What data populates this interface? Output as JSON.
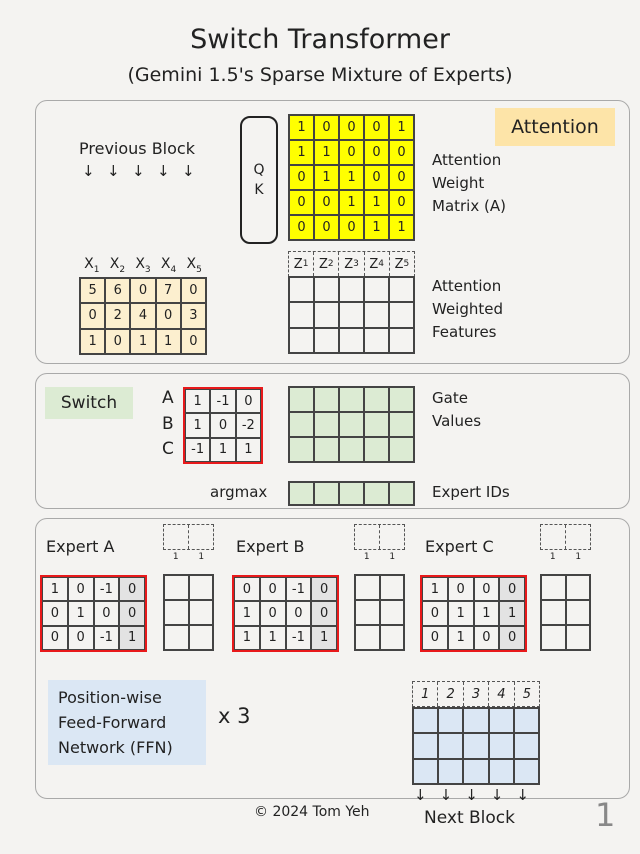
{
  "title": "Switch Transformer",
  "subtitle": "(Gemini 1.5's Sparse Mixture of Experts)",
  "attention": {
    "badge": "Attention",
    "previous_block": "Previous Block",
    "qk": [
      "Q",
      "K"
    ],
    "matrix_label": [
      "Attention",
      "Weight",
      "Matrix (A)"
    ],
    "matrix": [
      [
        1,
        0,
        0,
        0,
        1
      ],
      [
        1,
        1,
        0,
        0,
        0
      ],
      [
        0,
        1,
        1,
        0,
        0
      ],
      [
        0,
        0,
        1,
        1,
        0
      ],
      [
        0,
        0,
        0,
        1,
        1
      ]
    ],
    "x_headers": [
      "X1",
      "X2",
      "X3",
      "X4",
      "X5"
    ],
    "x_matrix": [
      [
        5,
        6,
        0,
        7,
        0
      ],
      [
        0,
        2,
        4,
        0,
        3
      ],
      [
        1,
        0,
        1,
        1,
        0
      ]
    ],
    "z_headers": [
      "Z1",
      "Z2",
      "Z3",
      "Z4",
      "Z5"
    ],
    "features_label": [
      "Attention",
      "Weighted",
      "Features"
    ]
  },
  "switch": {
    "badge": "Switch",
    "row_labels": [
      "A",
      "B",
      "C"
    ],
    "matrix": [
      [
        1,
        -1,
        0
      ],
      [
        1,
        0,
        -2
      ],
      [
        -1,
        1,
        1
      ]
    ],
    "gate_label": [
      "Gate",
      "Values"
    ],
    "argmax": "argmax",
    "expert_ids_label": "Expert IDs"
  },
  "experts": [
    {
      "name": "Expert A",
      "matrix": [
        [
          1,
          0,
          -1,
          0
        ],
        [
          0,
          1,
          0,
          0
        ],
        [
          0,
          0,
          -1,
          1
        ]
      ],
      "ones": [
        "1",
        "1"
      ]
    },
    {
      "name": "Expert B",
      "matrix": [
        [
          0,
          0,
          -1,
          0
        ],
        [
          1,
          0,
          0,
          0
        ],
        [
          1,
          1,
          -1,
          1
        ]
      ],
      "ones": [
        "1",
        "1"
      ]
    },
    {
      "name": "Expert C",
      "matrix": [
        [
          1,
          0,
          0,
          0
        ],
        [
          0,
          1,
          1,
          1
        ],
        [
          0,
          1,
          0,
          0
        ]
      ],
      "ones": [
        "1",
        "1"
      ]
    }
  ],
  "ffn": {
    "label": [
      "Position-wise",
      "Feed-Forward",
      "Network (FFN)"
    ],
    "times": "x 3",
    "headers": [
      "1",
      "2",
      "3",
      "4",
      "5"
    ]
  },
  "next_block": "Next Block",
  "copyright": "©  2024 Tom Yeh",
  "page_number": "1",
  "colors": {
    "yellow": "#ffff00",
    "cream": "#fcefcf",
    "green": "#dcebd3",
    "blue": "#dbe7f4",
    "orange": "#fde4a8",
    "red": "#e8191b"
  }
}
